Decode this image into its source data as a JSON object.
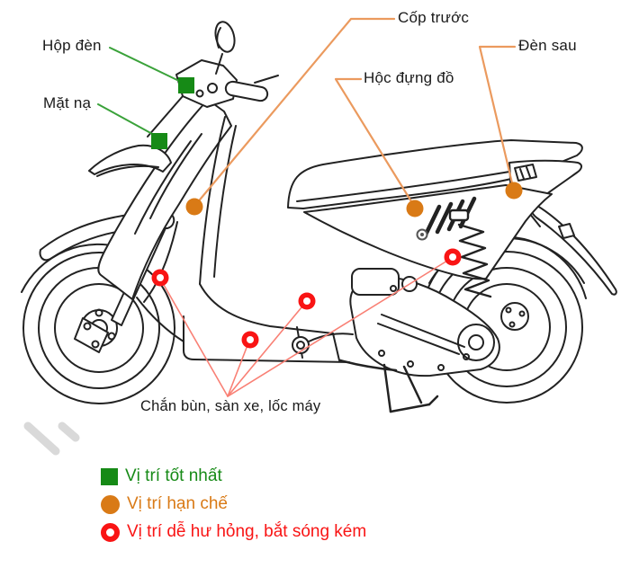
{
  "diagram": {
    "callouts": {
      "hop_den": "Hộp đèn",
      "mat_na": "Mặt nạ",
      "cop_truoc": "Cốp trước",
      "hoc_dung_do": "Hộc đựng đồ",
      "den_sau": "Đèn sau",
      "chan_bun": "Chắn bùn, sàn xe, lốc máy"
    },
    "legend": {
      "best": {
        "marker": "green-square",
        "label": "Vị trí tốt nhất",
        "color": "#168a16"
      },
      "limited": {
        "marker": "orange-dot",
        "label": "Vị trí hạn chế",
        "color": "#d97a16"
      },
      "bad": {
        "marker": "red-ring",
        "label": "Vị trí dễ hư hỏng, bắt sóng kém",
        "color": "#f91414"
      }
    },
    "colors": {
      "line_art": "#222222",
      "label_text": "#1a1a1a",
      "leader_green": "#3aa23a",
      "leader_orange": "#eb9a5e",
      "leader_red": "#f98075",
      "watermark": "#d9d9d9",
      "background": "#ffffff"
    }
  }
}
